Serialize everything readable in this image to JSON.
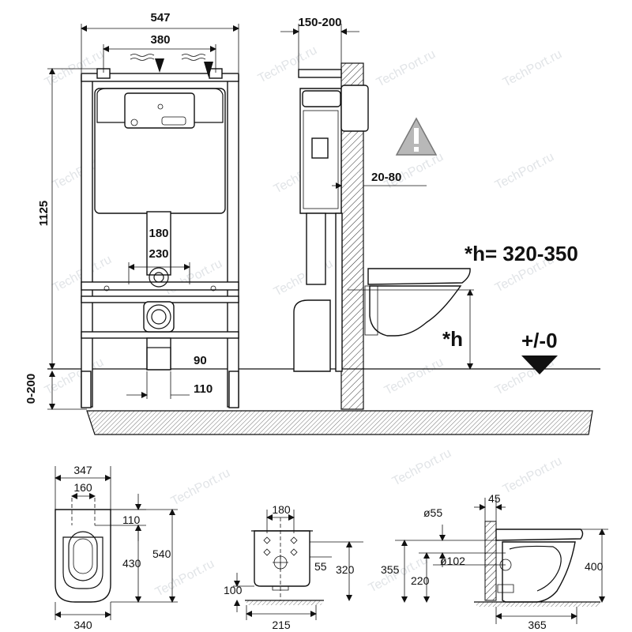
{
  "dimensions": {
    "frame_width": "547",
    "frame_inner": "380",
    "wall_gap": "150-200",
    "frame_height": "1125",
    "leg_adjust": "0-200",
    "drain_range_1": "180",
    "drain_range_2": "230",
    "pipe_90": "90",
    "pipe_110": "110",
    "wall_offset": "20-80",
    "height_formula": "*h= 320-350",
    "height_symbol": "*h",
    "floor_level": "+/-0",
    "bowl_width": "347",
    "bowl_hole_spacing": "160",
    "bowl_hole_offset": "110",
    "bowl_hole_length": "430",
    "bowl_length": "540",
    "bowl_bottom_width": "340",
    "rear_top_width": "180",
    "rear_height_55": "55",
    "rear_height_320": "320",
    "rear_height_100": "100",
    "rear_bottom_width": "215",
    "side_top_45": "45",
    "side_diam_55": "ø55",
    "side_diam_102": "ø102",
    "side_height_355": "355",
    "side_height_220": "220",
    "side_height_400": "400",
    "side_depth_365": "365"
  },
  "watermark": "TechPort.ru",
  "warning_icon": "warning-triangle-icon"
}
